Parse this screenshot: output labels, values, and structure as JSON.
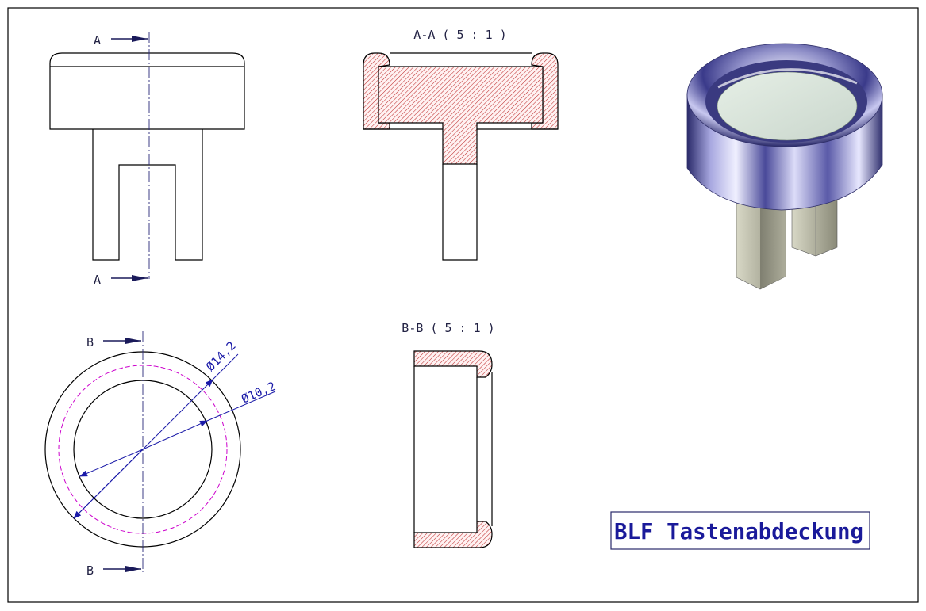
{
  "drawing": {
    "title": "BLF Tastenabdeckung",
    "views": {
      "front": {
        "section_marker_top": "A",
        "section_marker_bottom": "A"
      },
      "top": {
        "section_marker_top": "B",
        "section_marker_bottom": "B",
        "dim_outer": "Ø14,2",
        "dim_inner": "Ø10,2"
      },
      "section_aa": {
        "label": "A-A ( 5 : 1 )"
      },
      "section_bb": {
        "label": "B-B ( 5 : 1 )"
      },
      "iso": {
        "label": ""
      }
    }
  },
  "colors": {
    "hatch": "#c03030",
    "dimension": "#1a1aa8",
    "centerline": "#2a2a7a",
    "hidden_circle": "#cc00cc",
    "title": "#1a1a9a"
  }
}
